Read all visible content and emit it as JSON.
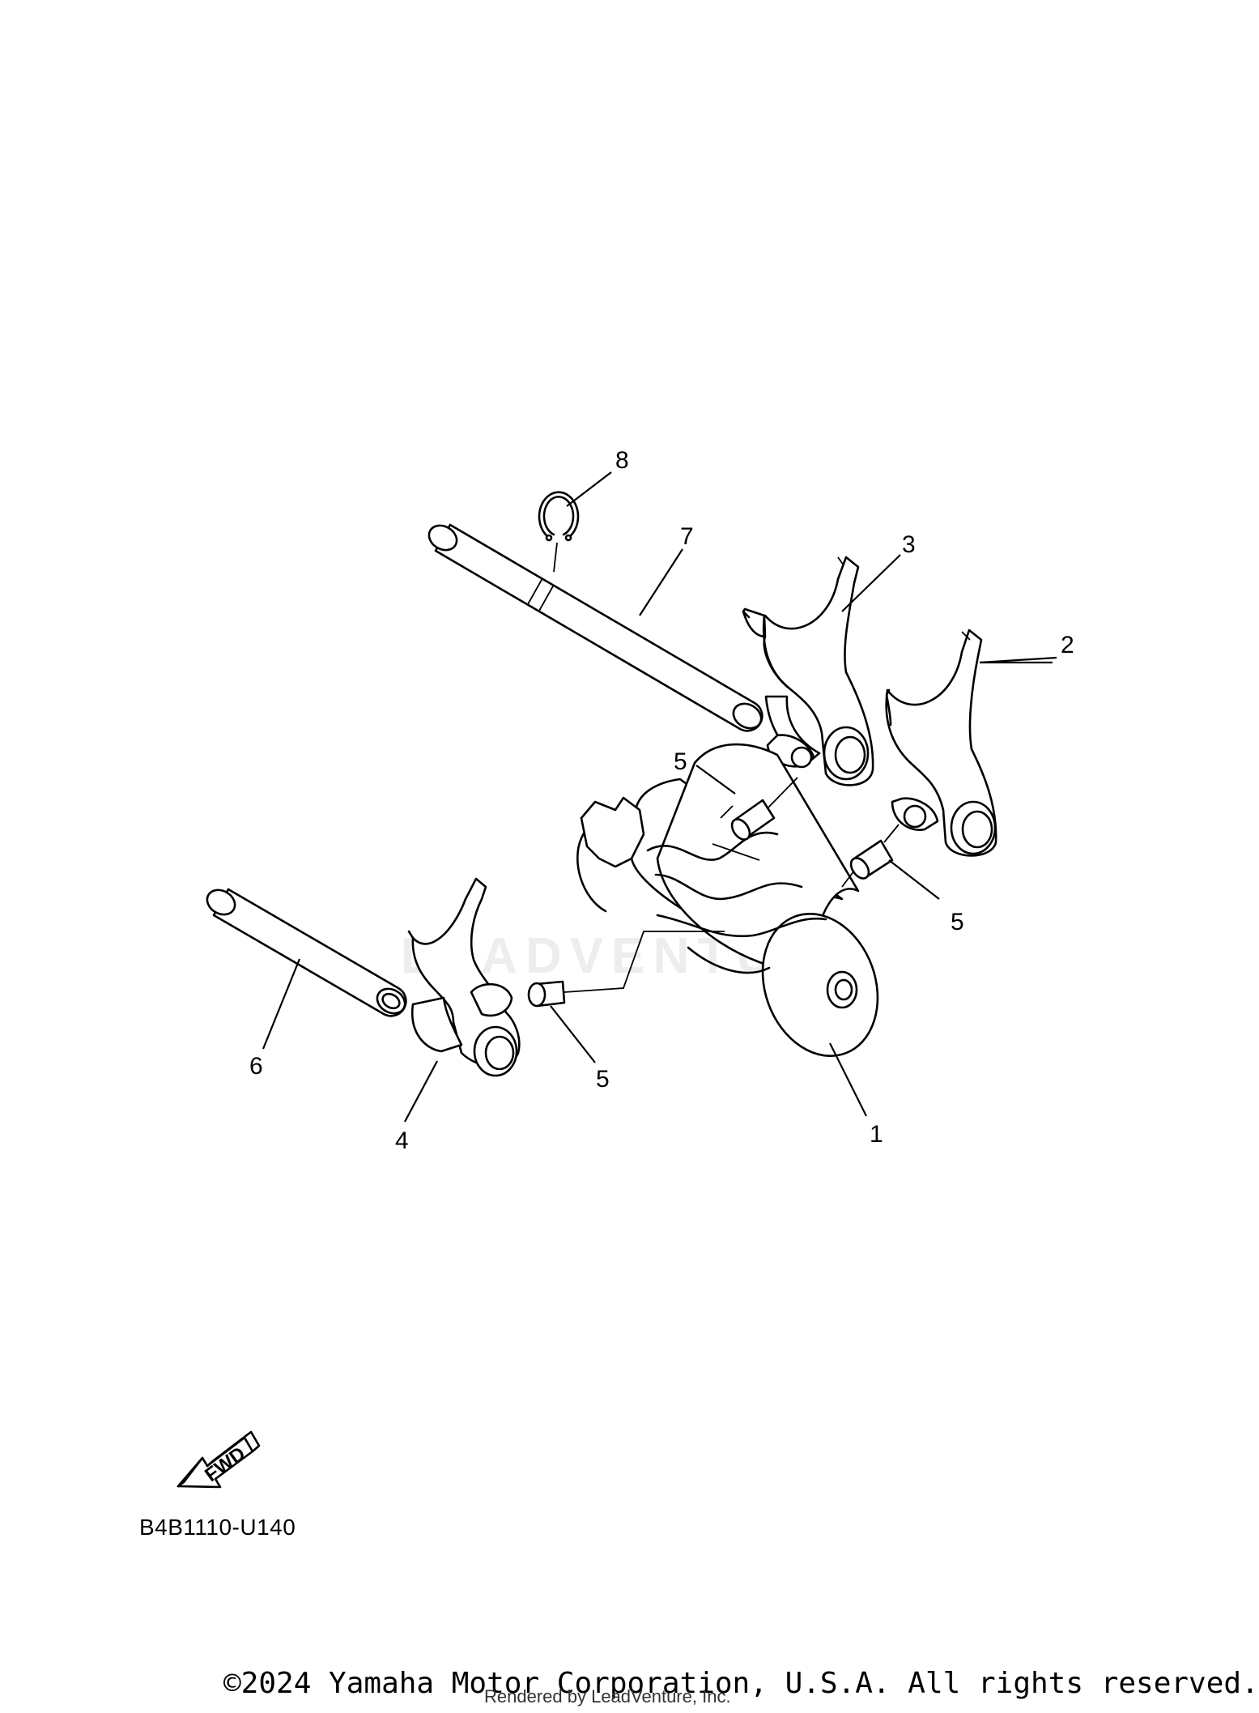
{
  "callouts": [
    "1",
    "2",
    "3",
    "4",
    "5",
    "5",
    "5",
    "6",
    "7",
    "8"
  ],
  "fwd_label": "FWD",
  "diagram_code": "B4B1110-U140",
  "watermark": "LEADVENTURE",
  "copyright": "©2024 Yamaha Motor Corporation, U.S.A. All rights reserved.",
  "rendered_by": "Rendered by LeadVenture, Inc."
}
